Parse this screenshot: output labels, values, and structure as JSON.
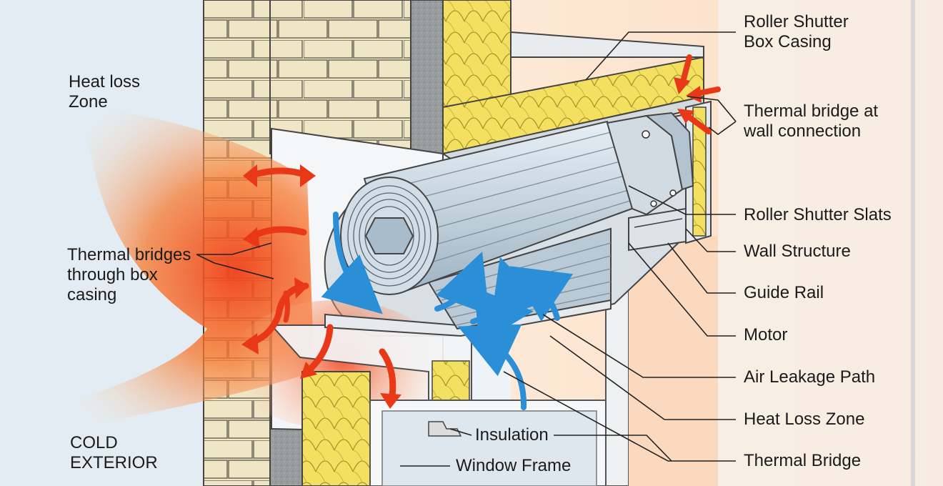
{
  "labels": {
    "roller_shutter_box_casing": "Roller Shutter\nBox Casing",
    "thermal_bridge_wall_connection": "Thermal bridge at\nwall connection",
    "roller_shutter_slats": "Roller Shutter Slats",
    "wall_structure": "Wall Structure",
    "guide_rail": "Guide Rail",
    "motor": "Motor",
    "air_leakage_path": "Air Leakage Path",
    "heat_loss_zone_right": "Heat Loss Zone",
    "thermal_bridge": "Thermal Bridge",
    "insulation": "Insulation",
    "window_frame": "Window Frame",
    "heat_loss_zone_left": "Heat loss\nZone",
    "thermal_bridges_box_casing": "Thermal bridges\nthrough box\ncasing",
    "cold_exterior": "COLD\nEXTERIOR"
  },
  "colors": {
    "background": "#eef3f7",
    "warm_panel": "#fbe3d0",
    "brick": "#efe6c6",
    "insulation": "#f3e061",
    "heat": "#f25a1e",
    "air_arrow": "#2a8fd6",
    "heat_arrow": "#e83818",
    "shutter": "#c9d7e2"
  },
  "icons": [
    "heat-arrow-icon",
    "air-flow-arrow-icon",
    "leader-line-icon"
  ]
}
